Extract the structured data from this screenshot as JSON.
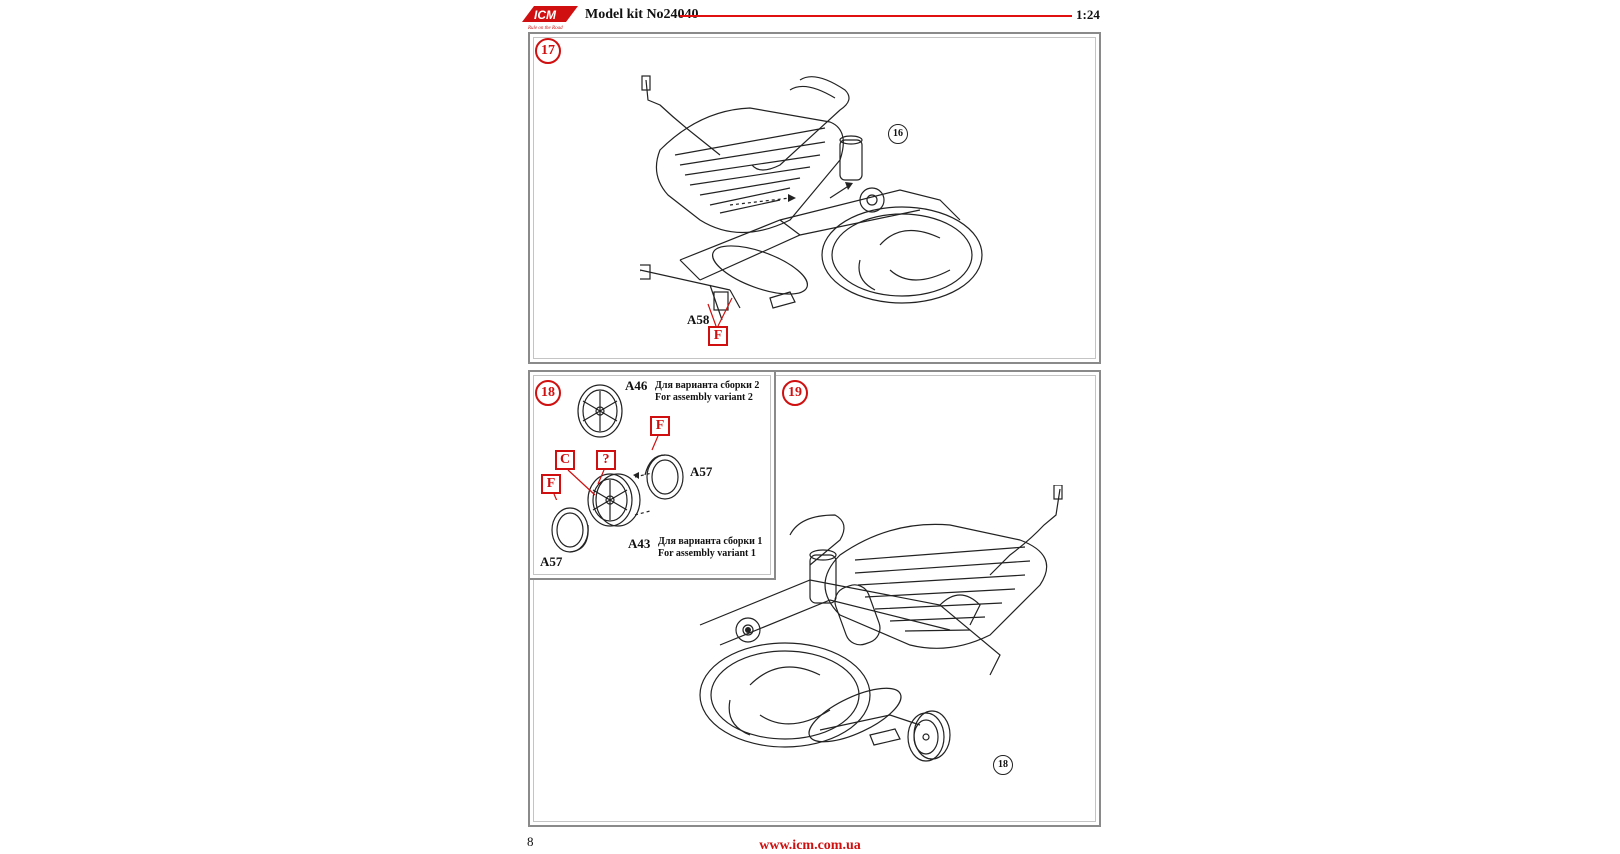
{
  "header": {
    "brand_logo": "ICM",
    "brand_tagline": "Rule on the Road",
    "title": "Model kit No24040",
    "scale": "1:24",
    "accent_color": "#d01010"
  },
  "step17": {
    "number": "17",
    "ref_step": "16",
    "part_label": "A58",
    "glue_box": "F"
  },
  "step18": {
    "number": "18",
    "variant2_part": "A46",
    "variant2_ru": "Для варианта сборки 2",
    "variant2_en": "For assembly variant 2",
    "box_f_top": "F",
    "box_c": "C",
    "box_q": "?",
    "box_f_left": "F",
    "rim_right": "A57",
    "rim_left": "A57",
    "hub_part": "A43",
    "variant1_ru": "Для варианта сборки 1",
    "variant1_en": "For assembly variant 1"
  },
  "step19": {
    "number": "19",
    "ref_step": "18"
  },
  "footer": {
    "page_number": "8",
    "website": "www.icm.com.ua"
  }
}
